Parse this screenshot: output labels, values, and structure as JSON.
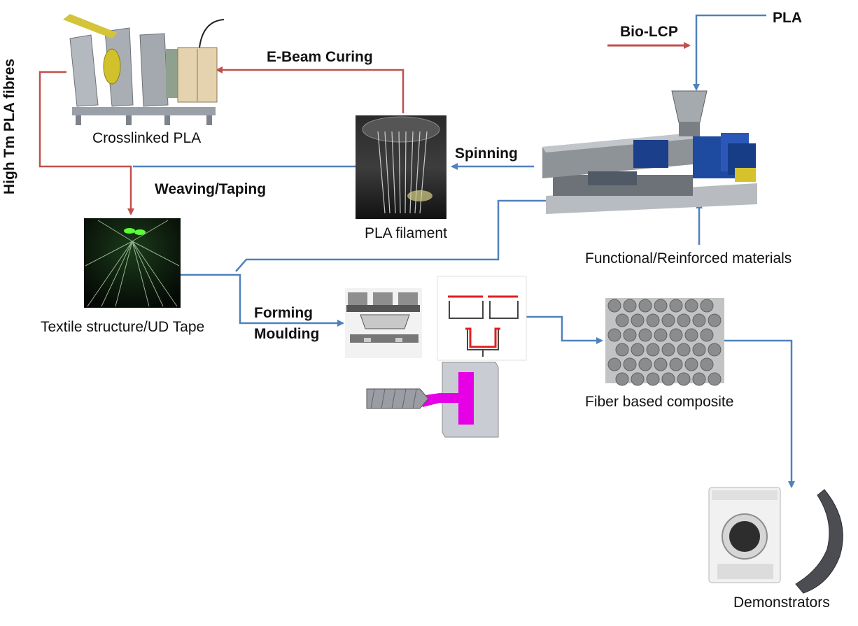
{
  "diagram": {
    "colors": {
      "red": "#c0504d",
      "blue": "#4f81bd",
      "magenta": "#e600e6",
      "grey": "#8e8e8e"
    },
    "labels": {
      "pla": "PLA",
      "bio_lcp": "Bio-LCP",
      "e_beam": "E-Beam Curing",
      "crosslinked": "Crosslinked PLA",
      "high_tm": "High Tm PLA fibres",
      "spinning": "Spinning",
      "weaving": "Weaving/Taping",
      "pla_filament": "PLA filament",
      "functional": "Functional/Reinforced materials",
      "textile": "Textile structure/UD Tape",
      "forming": "Forming",
      "moulding": "Moulding",
      "fiber_composite": "Fiber based composite",
      "demonstrators": "Demonstrators"
    },
    "icons": [
      "ebeam-machine-icon",
      "extruder-icon",
      "filament-spinneret-icon",
      "textile-loom-icon",
      "mould-press-icon",
      "thermoforming-schematic-icon",
      "injection-moulding-icon",
      "fiber-cross-section-icon",
      "dryer-appliance-icon",
      "curved-part-icon"
    ]
  }
}
